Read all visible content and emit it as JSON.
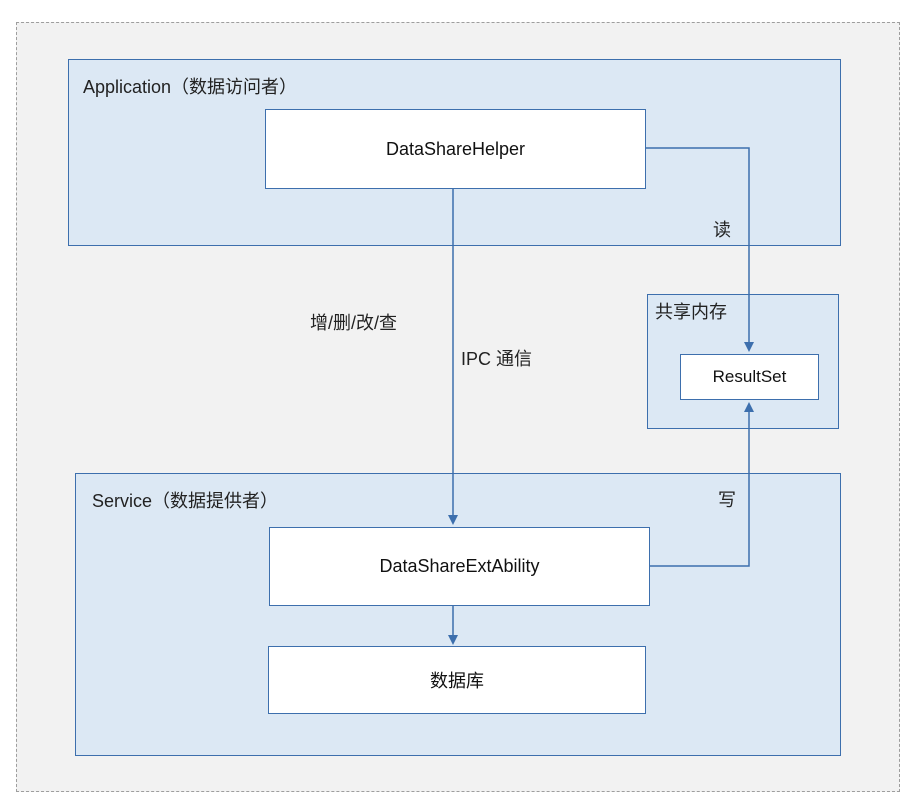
{
  "groups": {
    "application": "Application（数据访问者）",
    "shared_memory": "共享内存",
    "service": "Service（数据提供者）"
  },
  "nodes": {
    "datasharehelper": "DataShareHelper",
    "resultset": "ResultSet",
    "datashareextability": "DataShareExtAbility",
    "database": "数据库"
  },
  "edge_labels": {
    "crud": "增/删/改/查",
    "ipc": "IPC 通信",
    "read": "读",
    "write": "写"
  },
  "colors": {
    "group_fill": "#dce8f4",
    "border": "#3d6fad",
    "background": "#f2f2f2"
  }
}
